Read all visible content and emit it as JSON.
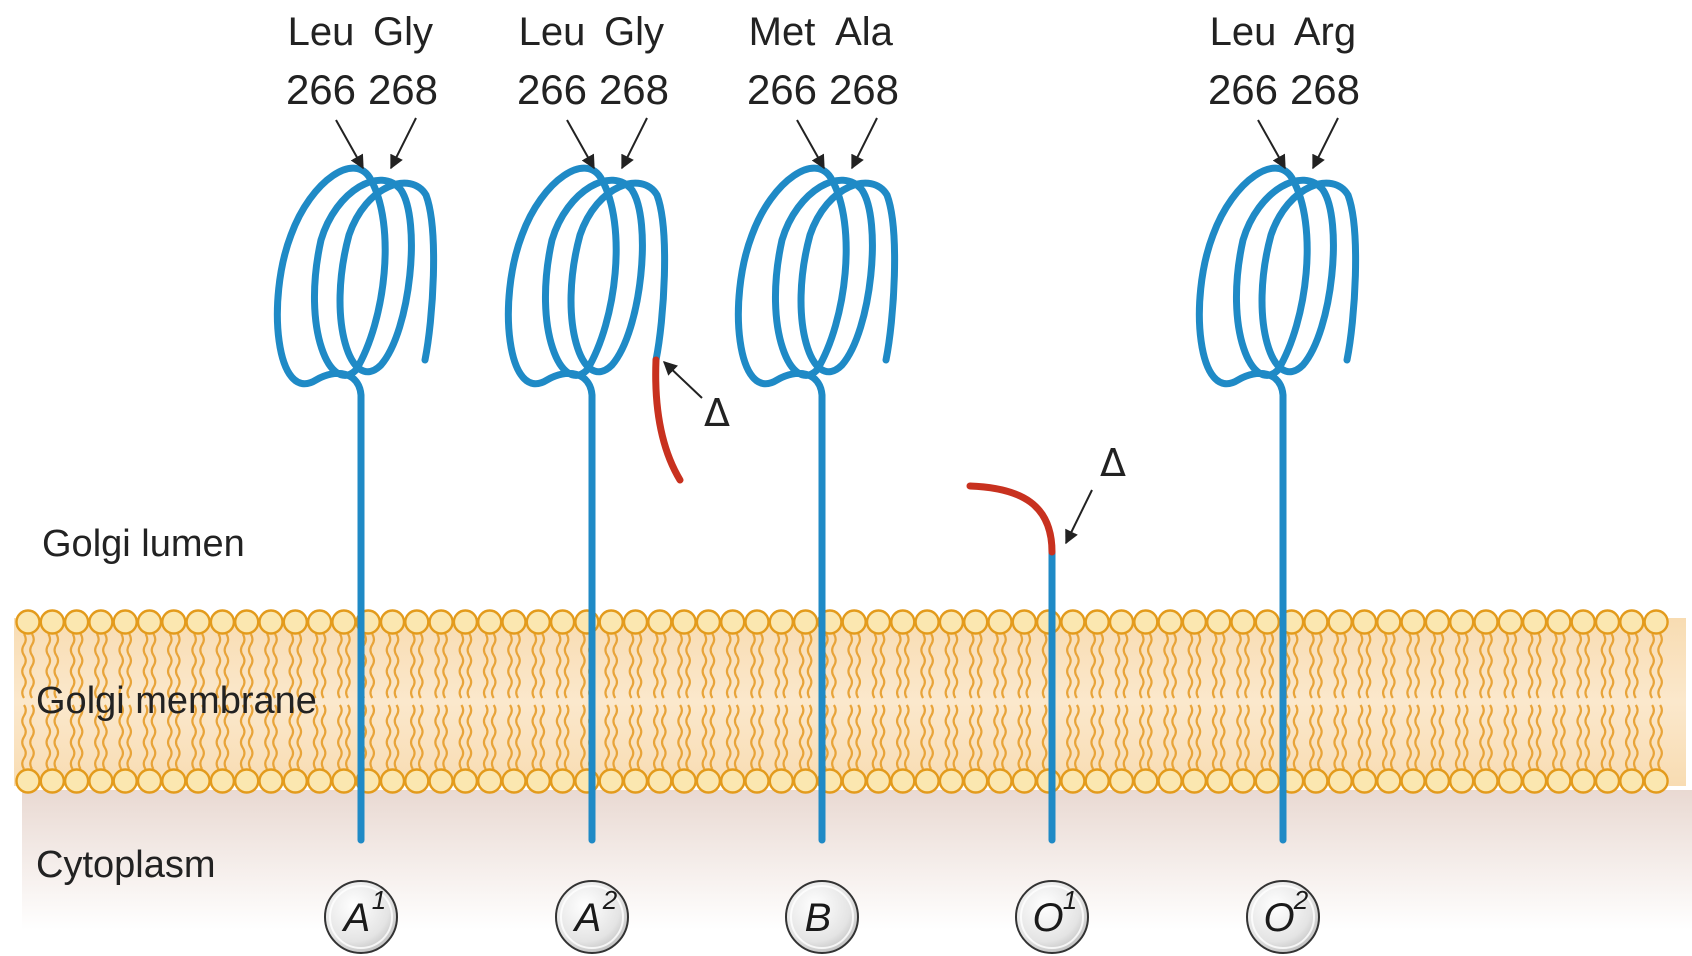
{
  "regions": {
    "lumen": "Golgi lumen",
    "membrane": "Golgi membrane",
    "cytoplasm": "Cytoplasm"
  },
  "deletion_symbol": "Δ",
  "colors": {
    "protein": "#1f8ac6",
    "deletion": "#c8311f",
    "lipid_head": "#f0a820",
    "cytoplasm": "#e6dcd6",
    "membrane": "#f6d6a6"
  },
  "proteins": [
    {
      "allele": "A",
      "superscript": "1",
      "residues": [
        "Leu",
        "Gly"
      ],
      "positions": [
        "266",
        "268"
      ],
      "variant": "folded"
    },
    {
      "allele": "A",
      "superscript": "2",
      "residues": [
        "Leu",
        "Gly"
      ],
      "positions": [
        "266",
        "268"
      ],
      "variant": "folded-deletion"
    },
    {
      "allele": "B",
      "superscript": "",
      "residues": [
        "Met",
        "Ala"
      ],
      "positions": [
        "266",
        "268"
      ],
      "variant": "folded"
    },
    {
      "allele": "O",
      "superscript": "1",
      "residues": [],
      "positions": [],
      "variant": "truncated"
    },
    {
      "allele": "O",
      "superscript": "2",
      "residues": [
        "Leu",
        "Arg"
      ],
      "positions": [
        "266",
        "268"
      ],
      "variant": "folded"
    }
  ]
}
